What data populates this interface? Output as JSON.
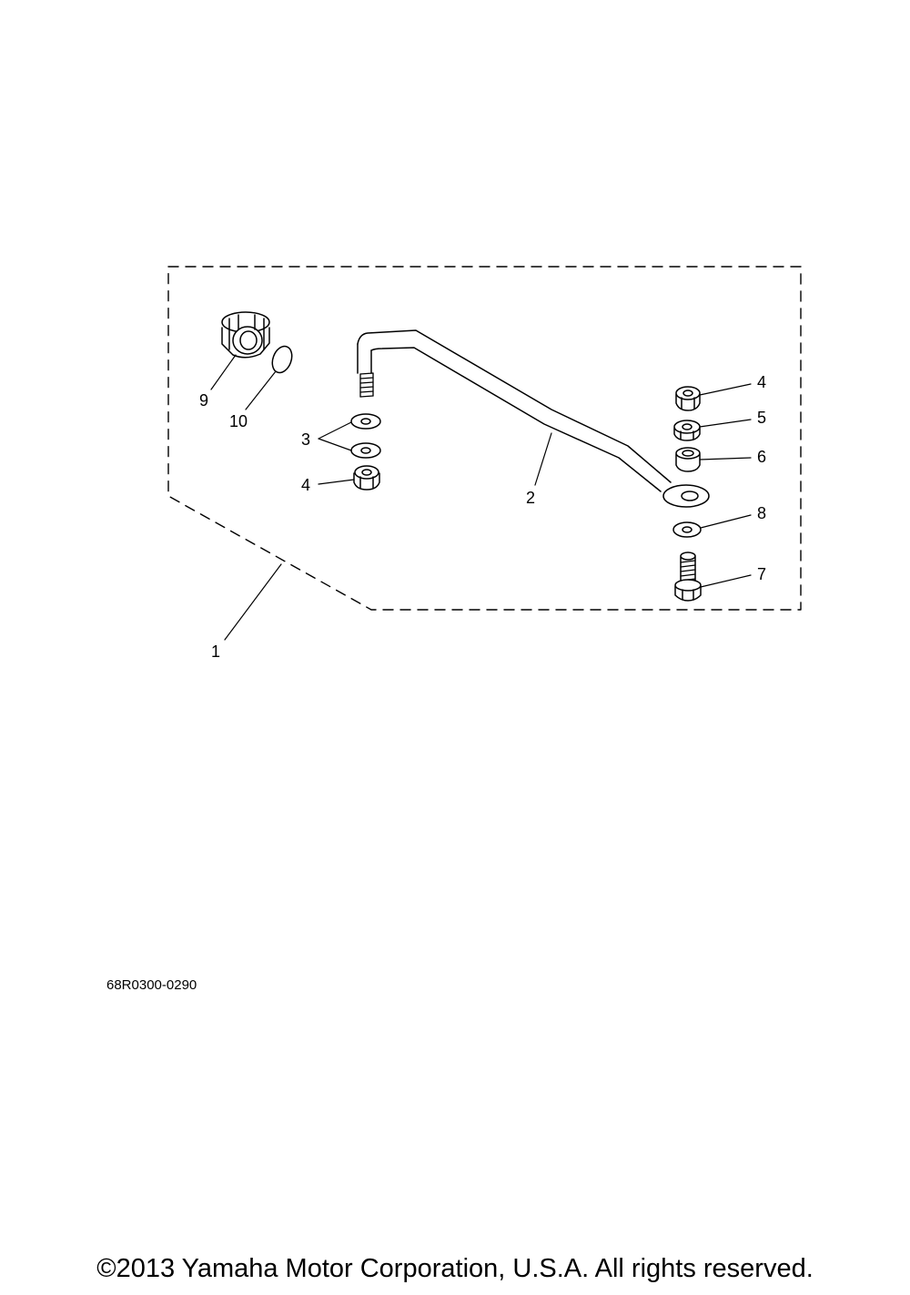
{
  "diagram": {
    "drawing_code": "68R0300-0290",
    "callouts": {
      "c1": "1",
      "c2": "2",
      "c3": "3",
      "c4a": "4",
      "c4b": "4",
      "c5": "5",
      "c6": "6",
      "c7": "7",
      "c8": "8",
      "c9": "9",
      "c10": "10"
    }
  },
  "footer": {
    "copyright": "©2013 Yamaha Motor Corporation, U.S.A. All rights reserved."
  }
}
